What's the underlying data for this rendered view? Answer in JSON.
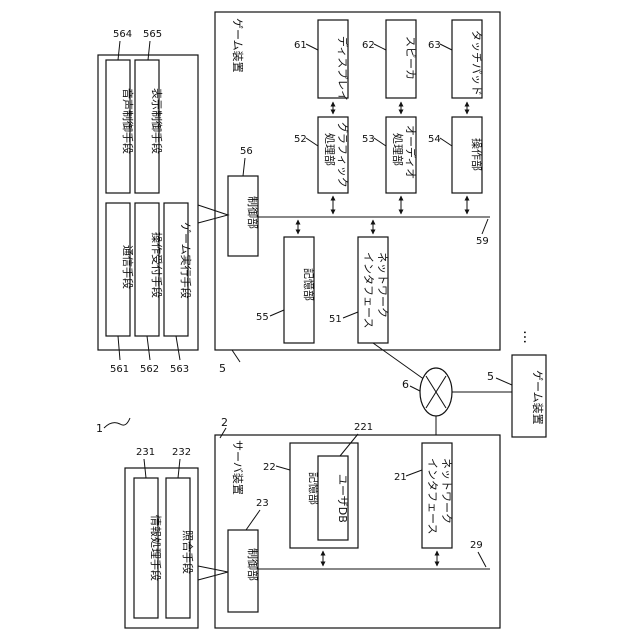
{
  "figure_ref": "1",
  "game_device": {
    "title": "ゲーム装置",
    "ref": "5",
    "display": {
      "label": "ディスプレイ",
      "ref": "61"
    },
    "speaker": {
      "label": "スピーカ",
      "ref": "62"
    },
    "touchpad": {
      "label": "タッチパッド",
      "ref": "63"
    },
    "graphic": {
      "label_line1": "グラフィック",
      "label_line2": "処理部",
      "ref": "52"
    },
    "audio": {
      "label_line1": "オーディオ",
      "label_line2": "処理部",
      "ref": "53"
    },
    "operation": {
      "label": "操作部",
      "ref": "54"
    },
    "control": {
      "label": "制御部",
      "ref": "56"
    },
    "storage": {
      "label": "記憶部",
      "ref": "55"
    },
    "network": {
      "label_line1": "ネットワーク",
      "label_line2": "インタフェース",
      "ref": "51"
    },
    "bus_ref": "59"
  },
  "game_means": {
    "communication": {
      "label": "通信手段",
      "ref": "561"
    },
    "op_accept": {
      "label": "操作受付手段",
      "ref": "562"
    },
    "game_exec": {
      "label": "ゲーム実行手段",
      "ref": "563"
    },
    "audio_ctrl": {
      "label": "音声制御手段",
      "ref": "564"
    },
    "display_ctrl": {
      "label": "表示制御手段",
      "ref": "565"
    }
  },
  "server": {
    "title": "サーバ装置",
    "ref": "2",
    "storage": {
      "label": "記憶部",
      "ref": "22"
    },
    "userdb": {
      "label": "ユーザDB",
      "ref": "221"
    },
    "network": {
      "label_line1": "ネットワーク",
      "label_line2": "インタフェース",
      "ref": "21"
    },
    "control": {
      "label": "制御部",
      "ref": "23"
    },
    "bus_ref": "29"
  },
  "server_means": {
    "info_proc": {
      "label": "情報処理手段",
      "ref": "231"
    },
    "matching": {
      "label": "照合手段",
      "ref": "232"
    }
  },
  "network_ref": "6",
  "other_game_device": {
    "label": "ゲーム装置",
    "ref": "5",
    "ellipsis": "…"
  }
}
